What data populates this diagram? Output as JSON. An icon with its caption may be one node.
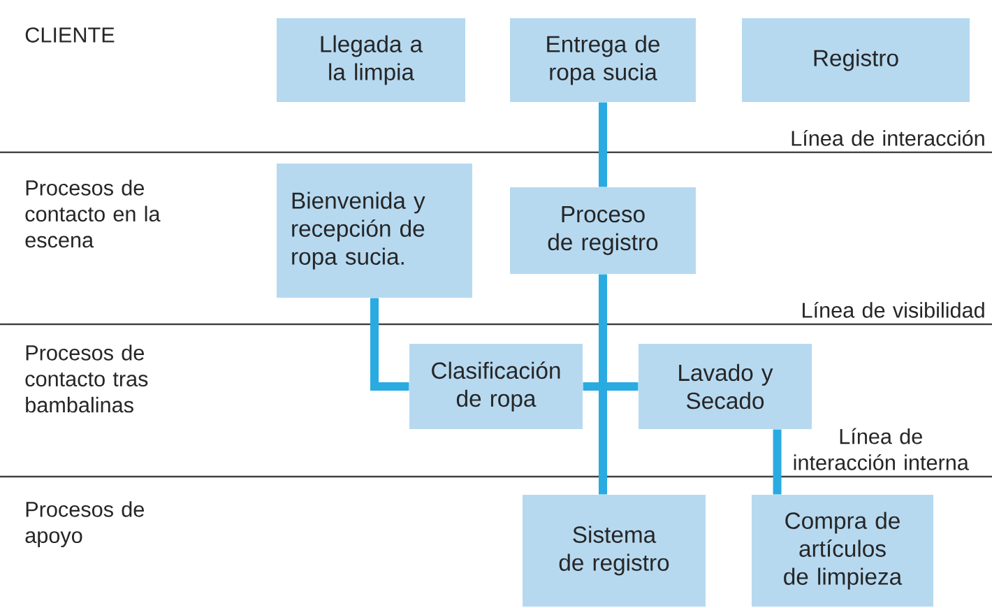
{
  "diagram": {
    "nodes": [
      {
        "text": [
          "Llegada a la limpia"
        ]
      },
      {
        "text": [
          "Entrega de ropa sucia"
        ]
      },
      {
        "text": [
          "Registro"
        ]
      },
      {
        "text": [
          "Bienvenida y recepción de ropa sucia."
        ]
      },
      {
        "text": [
          "Proceso de registro"
        ]
      },
      {
        "text": [
          "Clasificación de ropa"
        ]
      },
      {
        "text": [
          "Lavado y Secado"
        ]
      },
      {
        "text": [
          "Sistema de registro"
        ]
      },
      {
        "text": [
          "Compra de artículos de limpieza"
        ]
      }
    ],
    "edges": [
      {
        "from": 1,
        "to": 4,
        "arrow": "none"
      },
      {
        "from": 4,
        "to": 7,
        "arrow": "none"
      },
      {
        "from": 3,
        "to": 5,
        "arrow": "none"
      },
      {
        "from": 5,
        "to": 6,
        "arrow": "none"
      },
      {
        "from": 6,
        "to": 8,
        "arrow": "none"
      }
    ],
    "labels": [
      "CLIENTE",
      "Línea de interacción",
      "Procesos de contacto en la escena",
      "Línea de visibilidad",
      "Procesos de contacto tras bambalinas",
      "Línea de interacción interna",
      "Procesos de apoyo"
    ]
  }
}
